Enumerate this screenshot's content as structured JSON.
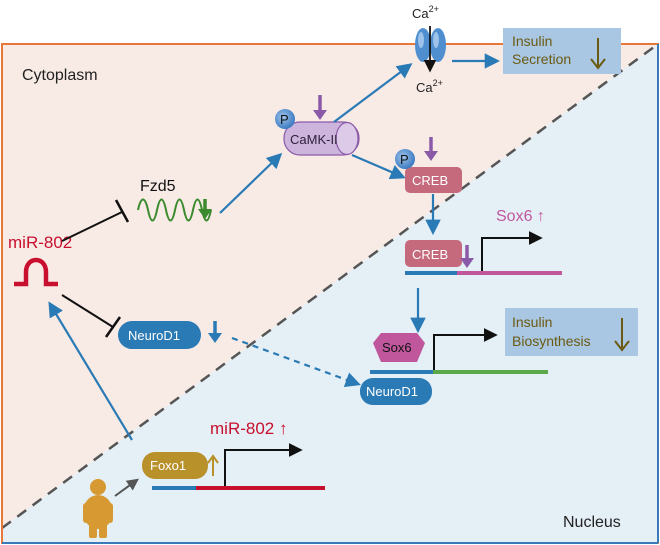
{
  "regions": {
    "cytoplasm_label": "Cytoplasm",
    "nucleus_label": "Nucleus"
  },
  "nodes": {
    "ca_top": "Ca",
    "ca_bottom": "Ca",
    "ca_charge": "2+",
    "insulin_secretion": [
      "Insulin",
      "Secretion"
    ],
    "insulin_biosynthesis": [
      "Insulin",
      "Biosynthesis"
    ],
    "phospho": "P",
    "camk": "CaMK-II",
    "creb": "CREB",
    "creb_nuclear": "CREB",
    "fzd5": "Fzd5",
    "sox6_label": "Sox6 ↑",
    "sox6_box": "Sox6",
    "neurod1": "NeuroD1",
    "neurod1_nuclear": "NeuroD1",
    "mir802": "miR-802",
    "mir802_gene_label": "miR-802 ↑",
    "foxo1": "Foxo1"
  },
  "colors": {
    "cytoplasm_fill": "#f8ebe6",
    "cytoplasm_border": "#e8773a",
    "nucleus_fill": "#e5eff6",
    "nucleus_border": "#3b7ab8",
    "pathway_arrow": "#2a7ab5",
    "camk_fill": "#cdb4dc",
    "creb_fill": "#c56a7c",
    "neurod1_fill": "#2a7ab5",
    "sox6_fill": "#c0579d",
    "mir_red": "#c8102e",
    "fzd5_green": "#3b8a2e",
    "down_arrow_purple": "#8a5aa8",
    "down_arrow_blue": "#2a7ab5",
    "insulin_box": "#a9c6e3",
    "insulin_text": "#6b5b12",
    "foxo1_fill": "#b8912a"
  },
  "icons": {
    "calcium_channel": "calcium-channel-icon",
    "obesity_person": "obese-person-icon",
    "fzd5_receptor": "receptor-helix-icon"
  }
}
